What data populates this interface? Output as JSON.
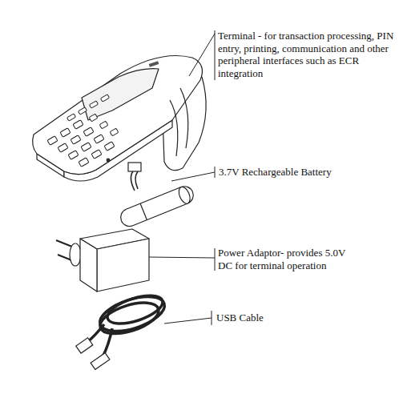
{
  "diagram": {
    "labels": [
      "Terminal - for transaction processing, PIN entry, printing, communication and other peripheral interfaces such as ECR integration",
      "3.7V Rechargeable Battery",
      "Power Adaptor- provides 5.0V DC for terminal operation",
      "USB Cable"
    ]
  }
}
